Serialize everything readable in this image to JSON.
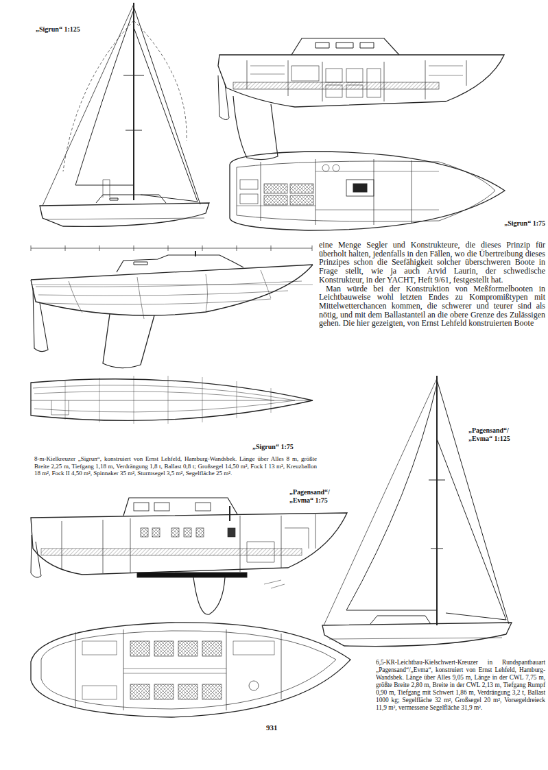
{
  "diagram": {
    "labels": [
      "„Sigrun“ 1:125",
      "„Sigrun“ 1:75",
      "eine Menge Segler und Konstrukteure, die dieses Prinzip für überholt halten, jedenfalls in den Fällen, wo die Übertreibung dieses Prinzipes schon die Seefähigkeit solcher überschweren Boote in Frage stellt, wie ja auch Arvid Laurin, der schwedische Konstrukteur, in der YACHT, Heft 9/61, festgestellt hat.",
      "Man würde bei der Konstruktion von Meßformelbooten in Leichtbauweise wohl letzten Endes zu Kompromißtypen mit Mittelwetterchancen kommen, die schwerer und teurer sind als nötig, und mit dem Ballastanteil an die obere Grenze des Zulässigen gehen. Die hier gezeigten, von Ernst Lehfeld konstruierten Boote",
      "„Sigrun“ 1:75",
      "„Pagensand“/ „Evma“ 1:125",
      "8-m-Kielkreuzer „Sigrun“, konstruiert von Ernst Lehfeld, Hamburg-Wandsbek. Länge über Alles 8 m, größte Breite 2,25 m, Tiefgang 1,18 m, Verdrängung 1,8 t, Ballast 0,8 t; Großsegel 14,50 m², Fock I 13 m², Kreuzballon 18 m², Fock II 4,50 m², Spinnaker 35 m², Sturmsegel 3,5 m², Segelfläche 25 m².",
      "„Pagensand“/ „Evma“ 1:75",
      "6,5-KR-Leichtbau-Kielschwert-Kreuzer in Rundspantbauart „Pagensand“/„Evma“, konstruiert von Ernst Lehfeld, Hamburg-Wandsbek. Länge über Alles 9,05 m, Länge in der CWL 7,75 m, größte Breite 2,80 m, Breite in der CWL 2,13 m, Tiefgang Rumpf 0,90 m, Tiefgang mit Schwert 1,86 m, Verdrängung 3,2 t, Ballast 1000 kg; Segelfläche 32 m², Großsegel 20 m², Vorsegeldreieck 11,9 m², vermessene Segelfläche 31,9 m².",
      "931"
    ]
  }
}
